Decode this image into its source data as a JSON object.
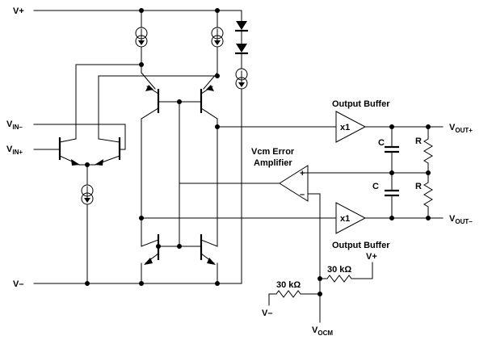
{
  "labels": {
    "v_plus_top": "V+",
    "vin_minus": {
      "main": "V",
      "sub": "IN–"
    },
    "vin_plus": {
      "main": "V",
      "sub": "IN+"
    },
    "v_minus_left": "V–",
    "vout_plus": {
      "main": "V",
      "sub": "OUT+"
    },
    "vout_minus": {
      "main": "V",
      "sub": "OUT–"
    },
    "output_buffer_top": "Output Buffer",
    "output_buffer_bottom": "Output Buffer",
    "vcm_error_line1": "Vcm Error",
    "vcm_error_line2": "Amplifier",
    "buffer_top_gain": "x1",
    "buffer_bottom_gain": "x1",
    "amp_plus": "+",
    "amp_minus": "–",
    "cap_top": "C",
    "cap_bottom": "C",
    "res_top": "R",
    "res_bottom": "R",
    "res_30k_right": "30 kΩ",
    "res_30k_left": "30 kΩ",
    "v_plus_bias": "V+",
    "v_minus_bias": "V–",
    "vocm": {
      "main": "V",
      "sub": "OCM"
    }
  }
}
